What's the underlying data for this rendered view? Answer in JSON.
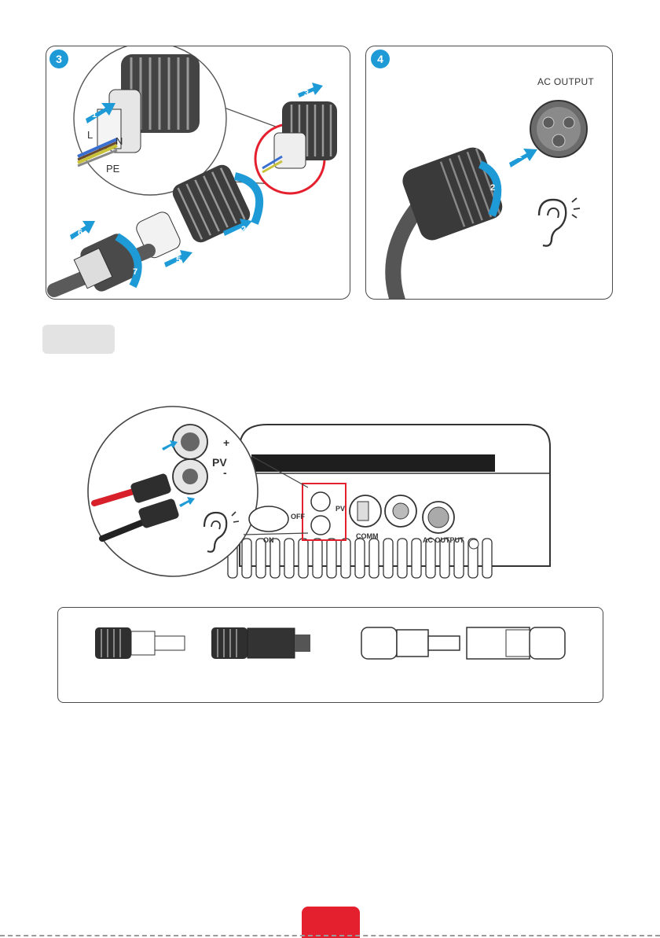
{
  "step3": {
    "badge": "3",
    "wire_labels": {
      "l": "L",
      "n": "N",
      "pe": "PE"
    },
    "arrow_numbers": [
      "1",
      "2",
      "3",
      "4",
      "5",
      "6",
      "7"
    ]
  },
  "step4": {
    "badge": "4",
    "ac_output_label": "AC OUTPUT",
    "arrow_numbers": [
      "1",
      "2"
    ]
  },
  "pv_figure": {
    "pv_label": "PV",
    "plus": "+",
    "minus": "-",
    "switch_on": "ON",
    "switch_off": "OFF",
    "comm_label": "COMM",
    "ac_output_label": "AC OUTPUT"
  },
  "colors": {
    "accent_blue": "#1e9bd7",
    "highlight_red": "#e5202e",
    "panel_border": "#4a4a4a"
  }
}
